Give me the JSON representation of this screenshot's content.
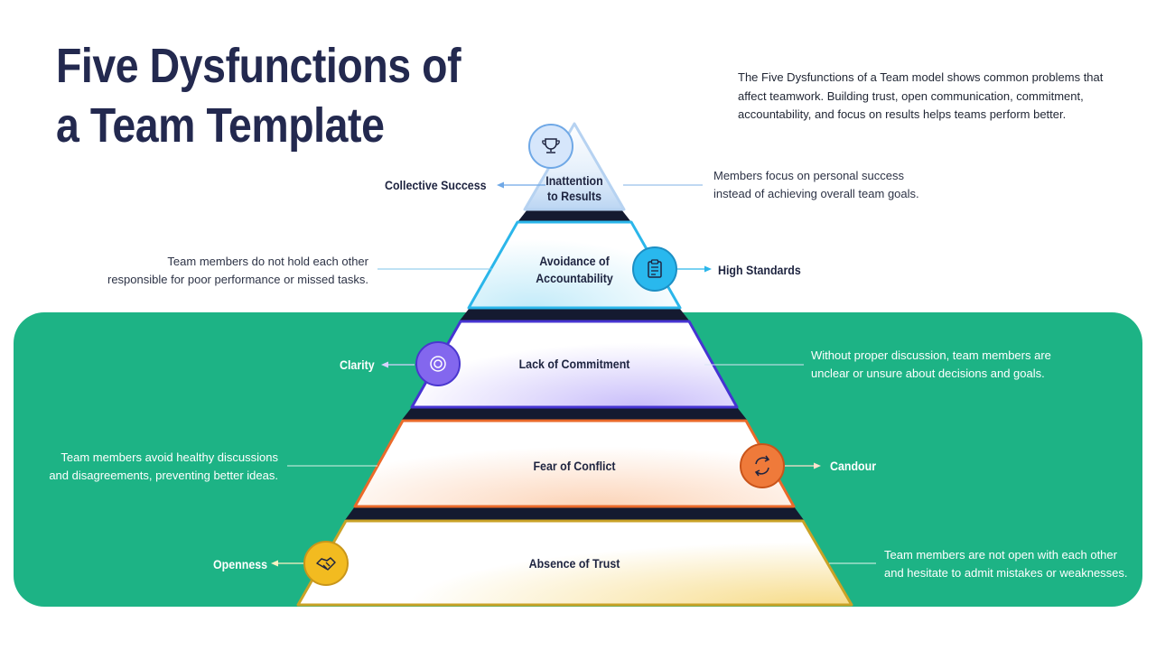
{
  "title": {
    "line1": "Five Dysfunctions of",
    "line2": "a Team Template"
  },
  "intro": {
    "line1": "The Five Dysfunctions of a Team model shows common problems that",
    "line2": "affect teamwork. Building trust, open communication, commitment,",
    "line3": "accountability, and focus on results helps teams perform better."
  },
  "levels": [
    {
      "name_lines": [
        "Inattention",
        "to Results"
      ],
      "solution": "Collective Success",
      "description_lines": [
        "Members focus on personal success",
        "instead of achieving overall team goals."
      ],
      "icon": "trophy-icon",
      "color": "#6fa8e6"
    },
    {
      "name_lines": [
        "Avoidance of",
        "Accountability"
      ],
      "solution": "High Standards",
      "description_lines": [
        "Team members do not hold each other",
        "responsible for poor performance or missed tasks."
      ],
      "icon": "clipboard-icon",
      "color": "#2bb6ea"
    },
    {
      "name_lines": [
        "Lack of Commitment"
      ],
      "solution": "Clarity",
      "description_lines": [
        "Without proper discussion, team members are",
        "unclear or unsure about decisions and goals."
      ],
      "icon": "target-icon",
      "color": "#5a45d6"
    },
    {
      "name_lines": [
        "Fear of Conflict"
      ],
      "solution": "Candour",
      "description_lines": [
        "Team members avoid healthy discussions",
        "and disagreements, preventing better ideas."
      ],
      "icon": "refresh-icon",
      "color": "#ea6a2a"
    },
    {
      "name_lines": [
        "Absence of Trust"
      ],
      "solution": "Openness",
      "description_lines": [
        "Team members are not open with each other",
        "and hesitate to admit mistakes or weaknesses."
      ],
      "icon": "handshake-icon",
      "color": "#e8b21e"
    }
  ],
  "colors": {
    "panel": "#1db385",
    "title": "#23294f",
    "dark": "#141a30"
  }
}
